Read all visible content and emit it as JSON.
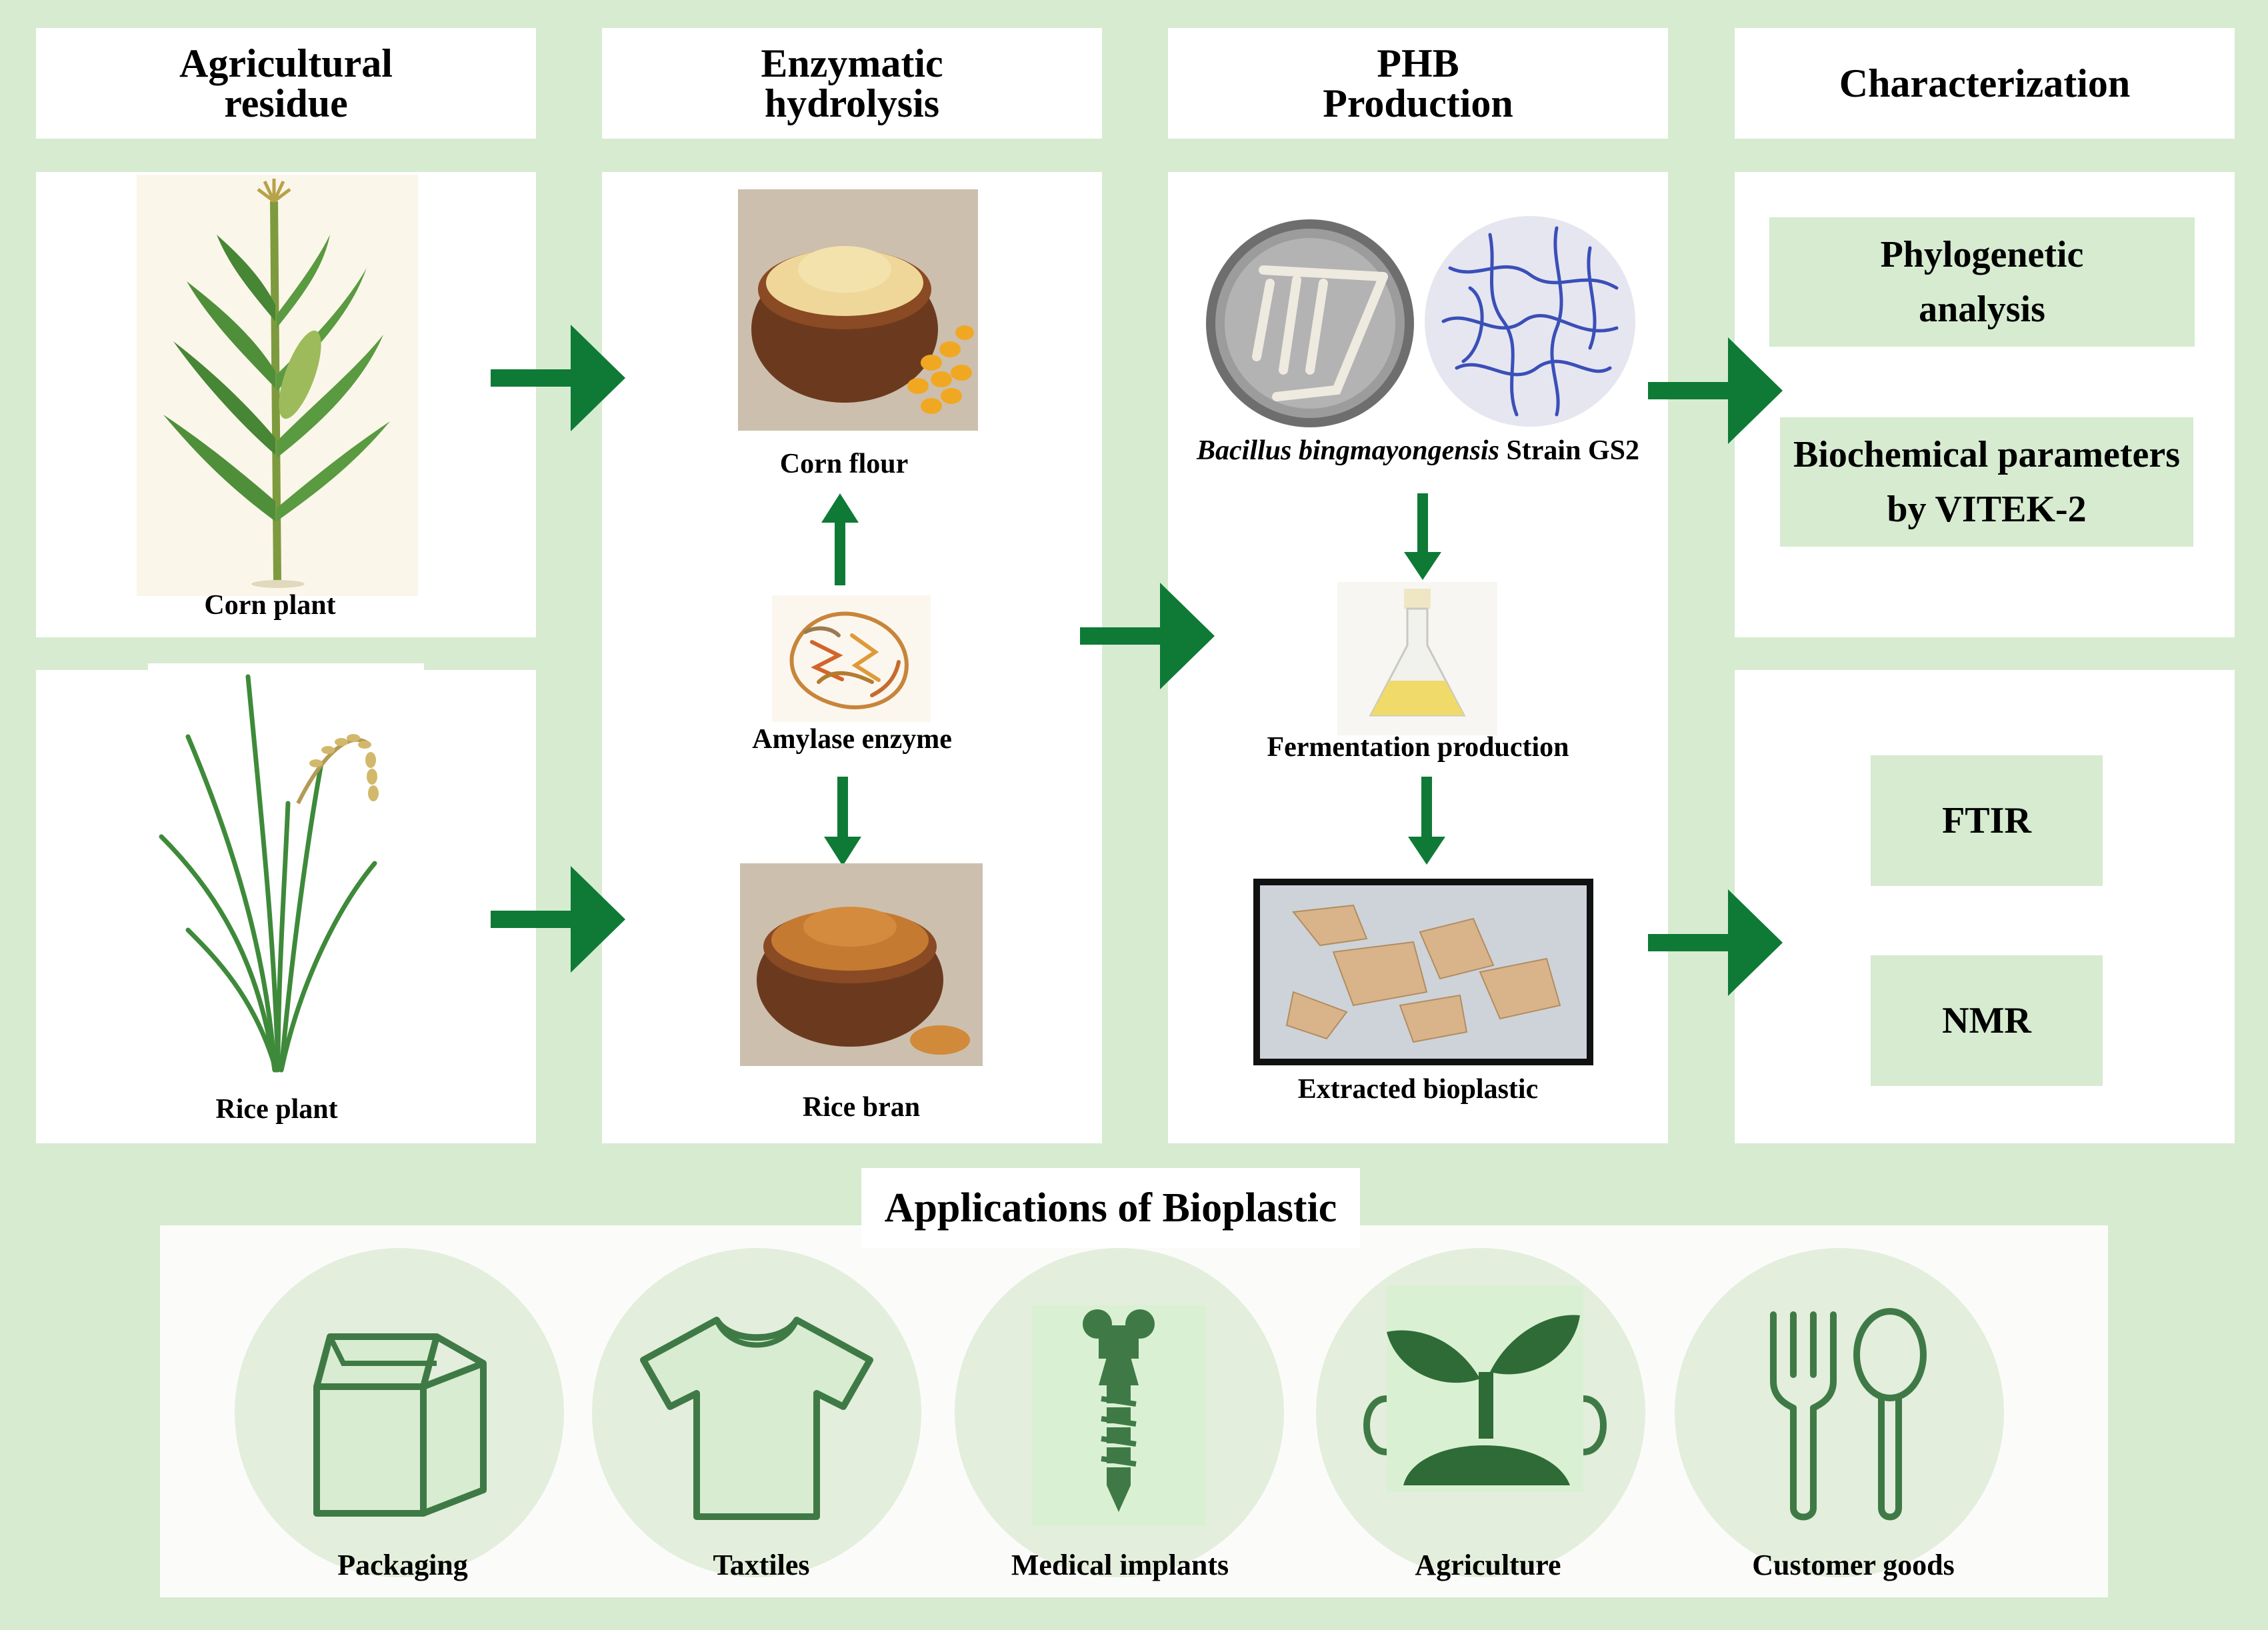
{
  "headers": {
    "agricultural": [
      "Agricultural",
      "residue"
    ],
    "enzymatic": [
      "Enzymatic",
      "hydrolysis"
    ],
    "phb": [
      "PHB",
      "Production"
    ],
    "characterization": "Characterization"
  },
  "agricultural_panel": {
    "corn_label": "Corn plant",
    "rice_label": "Rice plant"
  },
  "enzymatic_panel": {
    "corn_flour_label": "Corn flour",
    "amylase_label": "Amylase enzyme",
    "rice_bran_label": "Rice bran"
  },
  "phb_panel": {
    "strain_italic": "Bacillus bingmayongensis",
    "strain_rest": " Strain GS2",
    "fermentation_label": "Fermentation production",
    "extracted_label": "Extracted bioplastic"
  },
  "characterization_panel": {
    "phylogenetic": [
      "Phylogenetic",
      "analysis"
    ],
    "biochemical": [
      "Biochemical parameters",
      "by VITEK-2"
    ],
    "ftir": "FTIR",
    "nmr": "NMR"
  },
  "applications": {
    "title": "Applications of Bioplastic",
    "items": [
      {
        "label": "Packaging",
        "icon": "milk-carton-icon"
      },
      {
        "label": "Taxtiles",
        "icon": "t-shirt-icon"
      },
      {
        "label": "Medical implants",
        "icon": "bone-screw-implant-icon"
      },
      {
        "label": "Agriculture",
        "icon": "seedling-icon"
      },
      {
        "label": "Customer goods",
        "icon": "fork-spoon-icon"
      }
    ]
  },
  "colors": {
    "background": "#d6ebd0",
    "arrow_green": "#0e7a36",
    "icon_green": "#3f7a46",
    "circle_fill": "#e3eedc"
  }
}
